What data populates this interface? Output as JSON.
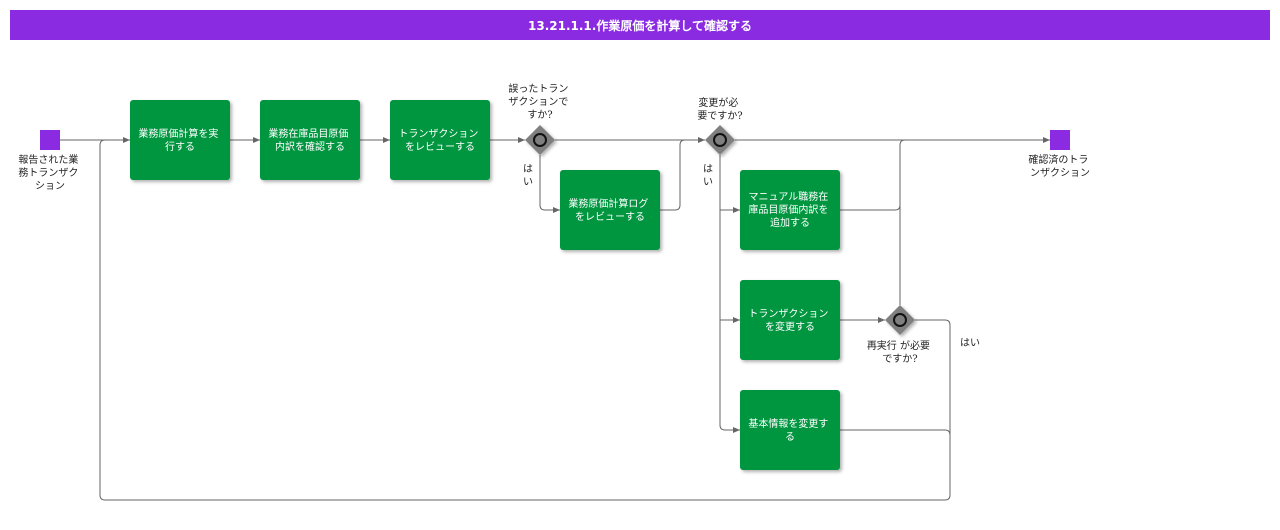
{
  "header": {
    "title": "13.21.1.1.作業原価を計算して確認する"
  },
  "colors": {
    "header": "#8a2be2",
    "event": "#8a2be2",
    "task": "#05963f",
    "gateway": "#7f7f7f",
    "flow": "#666666"
  },
  "events": {
    "start": {
      "label": "報告された業務トランザクション",
      "lines": [
        "報告された業",
        "務トランザク",
        "ション"
      ]
    },
    "end": {
      "label": "確認済のトランザクション",
      "lines": [
        "確認済のトラ",
        "ンザクション"
      ]
    }
  },
  "tasks": {
    "t1": {
      "label": "業務原価計算を実行する",
      "lines": [
        "業務原価計算を実",
        "行する"
      ]
    },
    "t2": {
      "label": "業務在庫品目原価内訳を確認する",
      "lines": [
        "業務在庫品目原価",
        "内訳を確認する"
      ]
    },
    "t3": {
      "label": "トランザクションをレビューする",
      "lines": [
        "トランザクション",
        "をレビューする"
      ]
    },
    "t4": {
      "label": "業務原価計算ログをレビューする",
      "lines": [
        "業務原価計算ログ",
        "をレビューする"
      ]
    },
    "t5": {
      "label": "マニュアル職務在庫品目原価内訳を追加する",
      "lines": [
        "マニュアル職務在",
        "庫品目原価内訳を",
        "追加する"
      ]
    },
    "t6": {
      "label": "トランザクションを変更する",
      "lines": [
        "トランザクション",
        "を変更する"
      ]
    },
    "t7": {
      "label": "基本情報を変更する",
      "lines": [
        "基本情報を変更す",
        "る"
      ]
    }
  },
  "gateways": {
    "g1": {
      "question": "誤ったトランザクションですか?",
      "lines": [
        "誤ったトラン",
        "ザクションで",
        "すか?"
      ]
    },
    "g2": {
      "question": "変更が必要ですか?",
      "lines": [
        "変更が必",
        "要ですか?"
      ]
    },
    "g3": {
      "question": "再実行 が必要ですか?",
      "lines": [
        "再実行 が必要",
        "ですか?"
      ]
    }
  },
  "flow_labels": {
    "g1_yes": "はい",
    "g2_yes": "はい",
    "g3_yes": "はい"
  }
}
